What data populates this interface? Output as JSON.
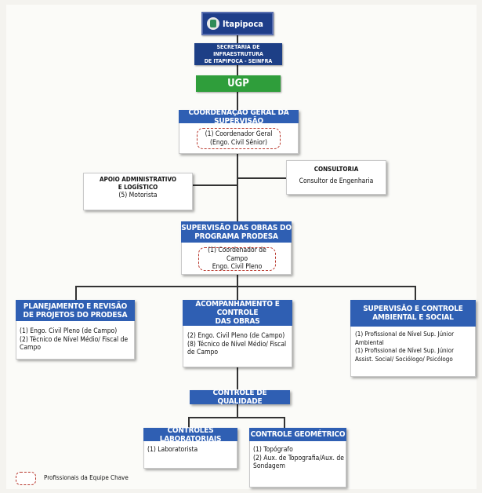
{
  "logo": {
    "text": "Itapipoca"
  },
  "secretaria": {
    "line1": "SECRETARIA DE INFRAESTRUTURA",
    "line2": "DE ITAPIPOCA - SEINFRA"
  },
  "ugp": {
    "label": "UGP"
  },
  "coordenacao": {
    "title": "COORDENAÇÃO GERAL DA SUPERVISÃO",
    "key_line1": "(1) Coordenador Geral",
    "key_line2": "(Engo. Civil Sênior)"
  },
  "apoio": {
    "title_line1": "APOIO ADMINISTRATIVO",
    "title_line2": "E LOGÍSTICO",
    "item": "(5) Motorista"
  },
  "consultoria": {
    "title": "CONSULTORIA",
    "item": "Consultor de Engenharia"
  },
  "supervisao_obras": {
    "title_line1": "SUPERVISÃO DAS OBRAS DO",
    "title_line2": "PROGRAMA PRODESA",
    "key_line1": "(1) Coordenador de Campo",
    "key_line2": "Engo. Civil Pleno"
  },
  "planejamento": {
    "title_line1": "PLANEJAMENTO E REVISÃO",
    "title_line2": "DE PROJETOS DO PRODESA",
    "item1": "(1) Engo. Civil Pleno (de Campo)",
    "item2": "(2) Técnico de Nível Médio/ Fiscal de Campo"
  },
  "acompanhamento": {
    "title_line1": "ACOMPANHAMENTO E CONTROLE",
    "title_line2": "DAS OBRAS",
    "item1": "(2) Engo. Civil Pleno (de Campo)",
    "item2": "(8) Técnico de Nível Médio/ Fiscal de Campo"
  },
  "ambiental": {
    "title_line1": "SUPERVISÃO E CONTROLE",
    "title_line2": "AMBIENTAL E SOCIAL",
    "item1": "(1) Profissional de Nível Sup. Júnior Ambiental",
    "item2": "(1) Profissional de Nível Sup. Júnior Assist. Social/ Sociólogo/ Psicólogo"
  },
  "controle_qualidade": {
    "title": "CONTROLE DE QUALIDADE"
  },
  "laboratoriais": {
    "title": "CONTROLES LABORATORIAIS",
    "item1": "(1) Laboratorista"
  },
  "geometrico": {
    "title": "CONTROLE GEOMÉTRICO",
    "item1": "(1) Topógrafo",
    "item2": "(2) Aux. de Topografia/Aux. de Sondagem"
  },
  "legend": {
    "text": "Profissionais da Equipe Chave"
  }
}
